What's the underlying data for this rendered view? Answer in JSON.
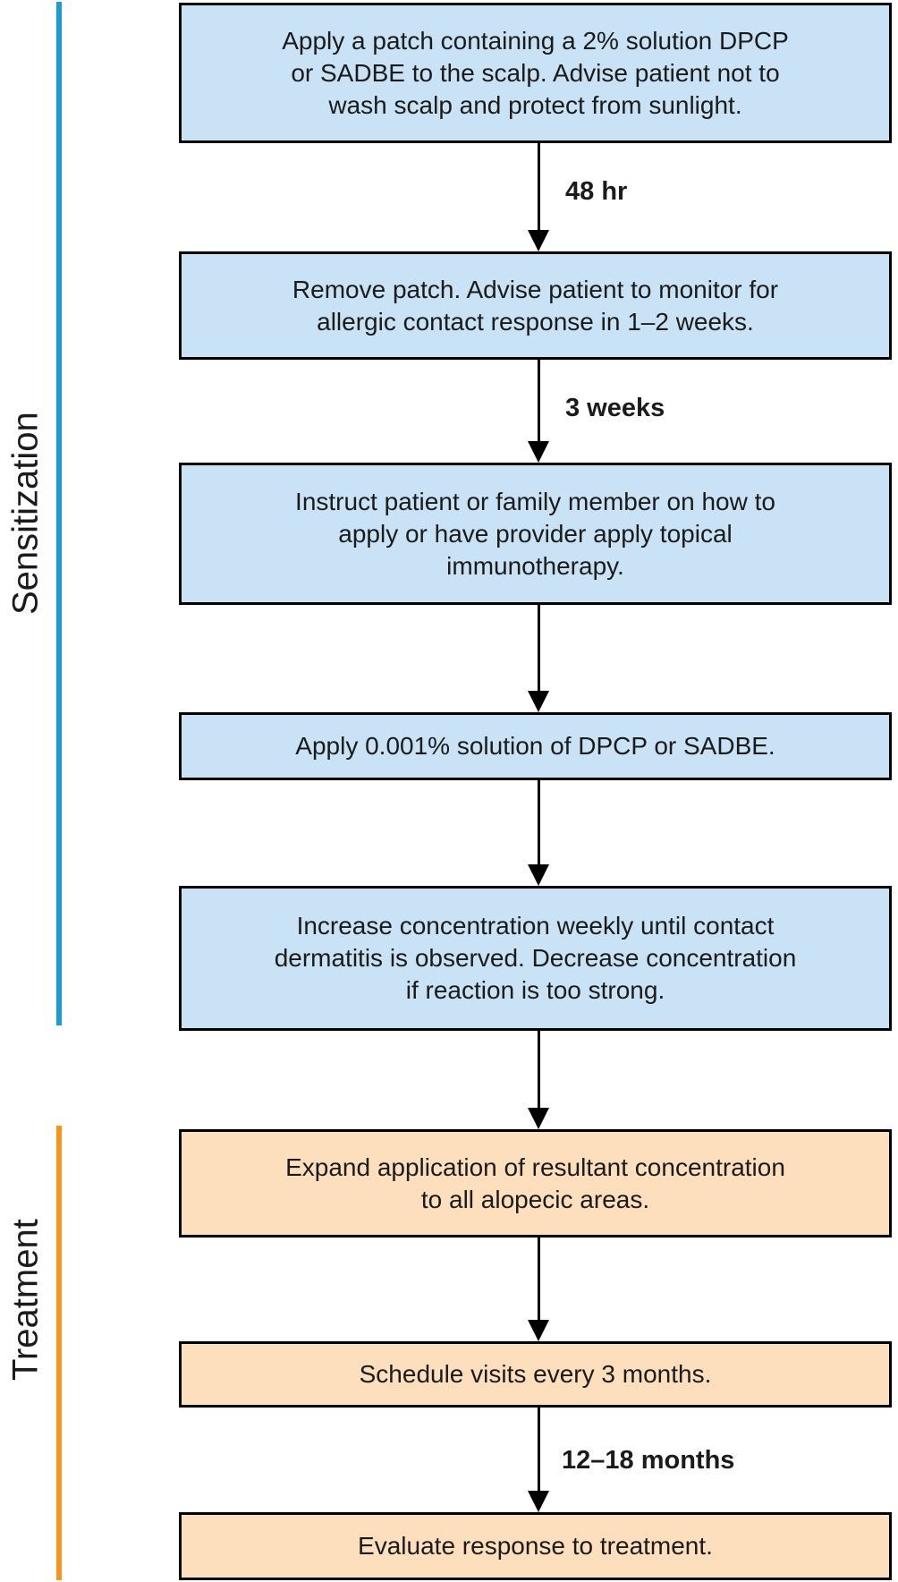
{
  "diagram": {
    "type": "flowchart",
    "direction": "top-down",
    "subject": "Topical immunotherapy protocol with DPCP or SADBE"
  },
  "phases": [
    {
      "label": "Sensitization",
      "accent_color": "#1B9BD2",
      "node_fill": "#C9E2F5"
    },
    {
      "label": "Treatment",
      "accent_color": "#F7941E",
      "node_fill": "#FDDEBD"
    }
  ],
  "nodes": [
    {
      "phase": "Sensitization",
      "text": "Apply a patch containing a 2% solution DPCP\nor SADBE to the scalp. Advise patient not to\nwash scalp and protect from sunlight."
    },
    {
      "phase": "Sensitization",
      "text": "Remove patch. Advise patient to monitor for\nallergic contact response in 1–2 weeks."
    },
    {
      "phase": "Sensitization",
      "text": "Instruct patient or family member on how to\napply or have provider apply topical\nimmunotherapy."
    },
    {
      "phase": "Sensitization",
      "text": "Apply 0.001% solution of DPCP or SADBE."
    },
    {
      "phase": "Sensitization",
      "text": "Increase concentration weekly until contact\ndermatitis is observed. Decrease concentration\nif reaction is too strong."
    },
    {
      "phase": "Treatment",
      "text": "Expand application of resultant concentration\nto all alopecic areas."
    },
    {
      "phase": "Treatment",
      "text": "Schedule visits every 3 months."
    },
    {
      "phase": "Treatment",
      "text": "Evaluate response to treatment."
    }
  ],
  "arrows": [
    {
      "from": 1,
      "to": 2,
      "label": "48 hr"
    },
    {
      "from": 2,
      "to": 3,
      "label": "3 weeks"
    },
    {
      "from": 3,
      "to": 4
    },
    {
      "from": 4,
      "to": 5
    },
    {
      "from": 5,
      "to": 6
    },
    {
      "from": 6,
      "to": 7
    },
    {
      "from": 7,
      "to": 8,
      "label": "12–18 months"
    }
  ],
  "colors": {
    "border": "#000000",
    "text": "#1b1b1b",
    "arrow": "#000000",
    "background": "#ffffff"
  }
}
